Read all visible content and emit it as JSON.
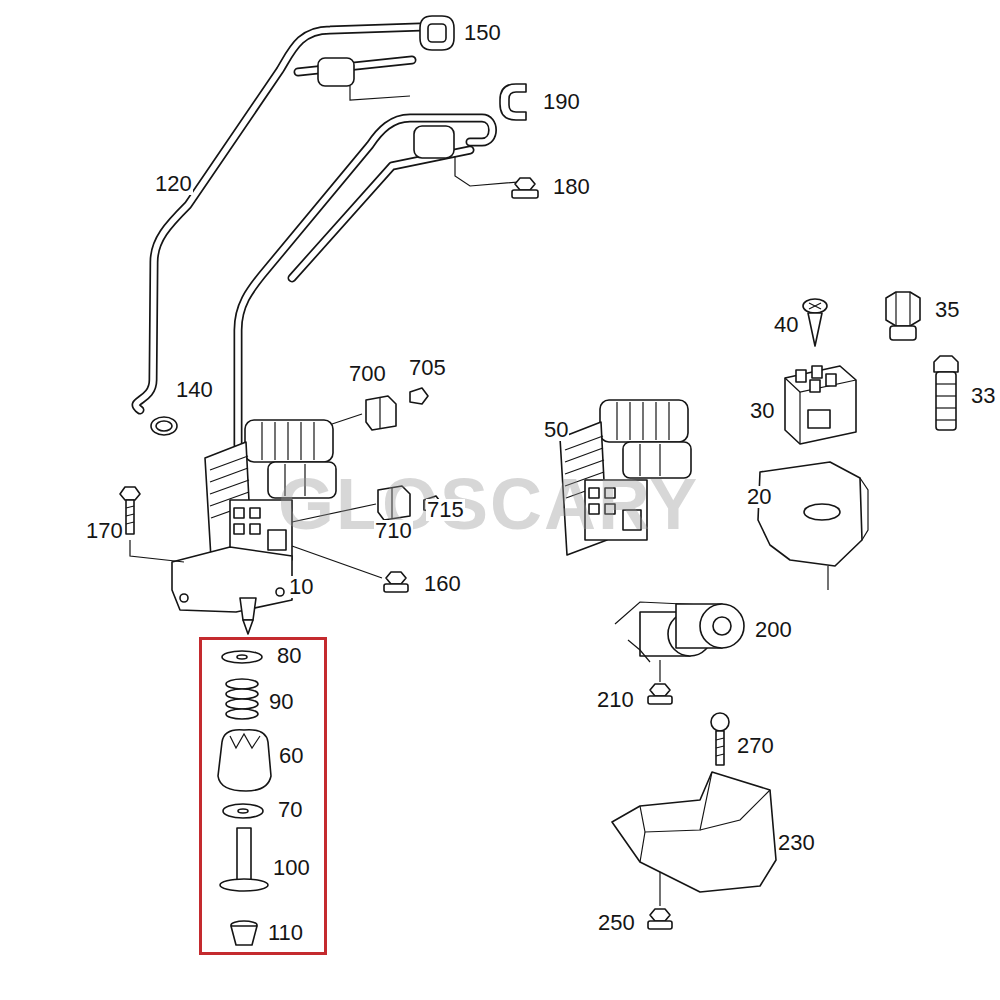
{
  "diagram": {
    "nodes": [
      {
        "text": [
          "80",
          "90",
          "60",
          "70",
          "100",
          "110"
        ]
      }
    ],
    "labels": [
      "150",
      "190",
      "120",
      "180",
      "35",
      "40",
      "700",
      "705",
      "140",
      "33",
      "30",
      "50",
      "20",
      "715",
      "170",
      "710",
      "160",
      "10",
      "200",
      "210",
      "270",
      "230",
      "250",
      "GLOSCARY"
    ]
  }
}
